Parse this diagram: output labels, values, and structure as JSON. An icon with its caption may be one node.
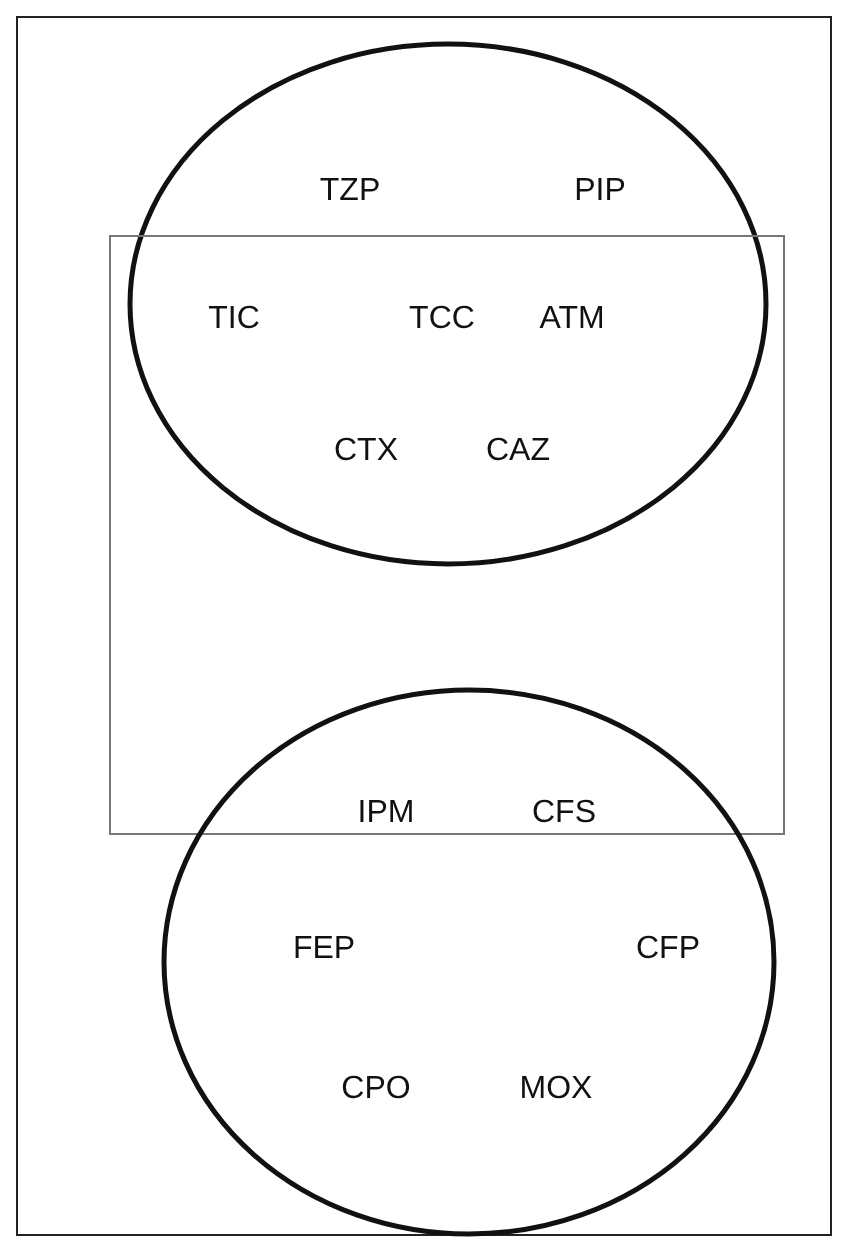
{
  "diagram": {
    "nodes": [
      {
        "text": [],
        "shape": "circle"
      },
      {
        "text": [],
        "shape": "box"
      },
      {
        "text": [],
        "shape": "circle"
      }
    ],
    "labels": [
      "TZP",
      "PIP",
      "TIC",
      "TCC",
      "ATM",
      "CTX",
      "CAZ",
      "IPM",
      "CFS",
      "FEP",
      "CFP",
      "CPO",
      "MOX"
    ]
  }
}
